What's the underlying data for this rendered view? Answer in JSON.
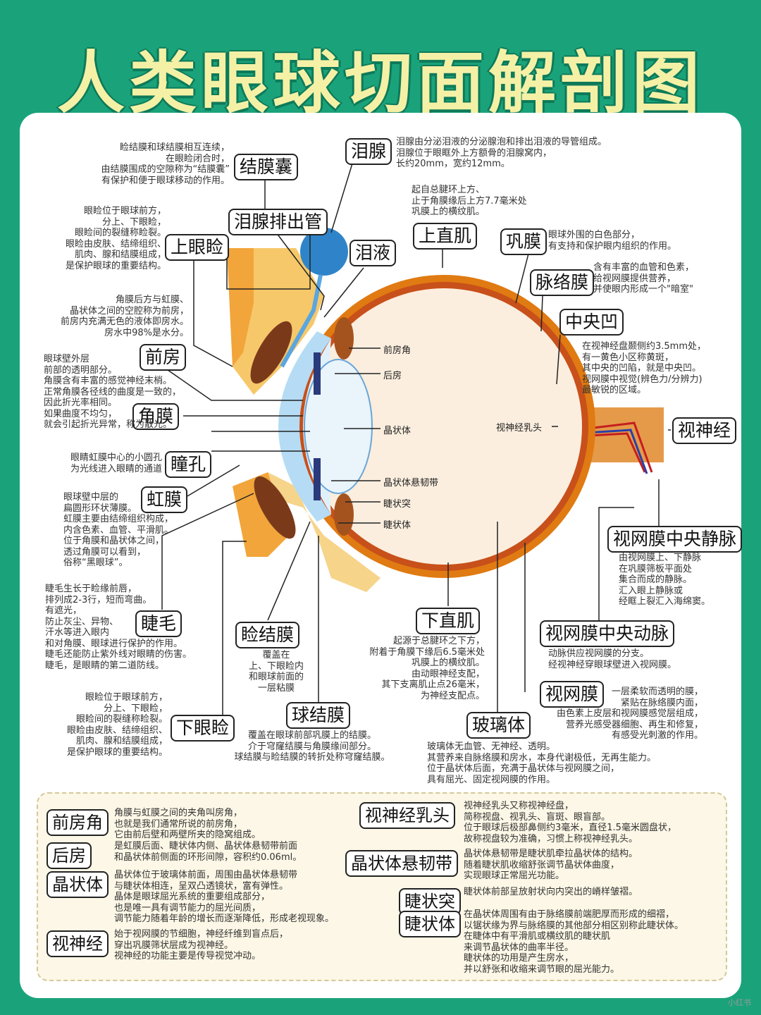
{
  "title": "人类眼球切面解剖图",
  "labels": {
    "jiemo_nang": "结膜囊",
    "leixian": "泪腺",
    "leixian_paichuguan": "泪腺排出管",
    "leiye": "泪液",
    "shang_yanjian": "上眼睑",
    "shang_zhiji": "上直肌",
    "gongmo": "巩膜",
    "luoluomo": "脉络膜",
    "zhongyang_ao": "中央凹",
    "qianfang": "前房",
    "jiaomo": "角膜",
    "tongkong": "瞳孔",
    "hongmo": "虹膜",
    "shijing": "视神经",
    "shiwangmo_jingmai": "视网膜中央静脉",
    "jiemao": "睫毛",
    "jian_jiemo": "睑结膜",
    "xia_zhiji": "下直肌",
    "shiwangmo_dongmai": "视网膜中央动脉",
    "shiwangmo": "视网膜",
    "xia_yanjian": "下眼睑",
    "qiu_jiemo": "球结膜",
    "bolitai": "玻璃体"
  },
  "annotations": {
    "qianfangjiao": "前房角",
    "houfang": "后房",
    "jingzhuangti": "晶状体",
    "xuanrendai": "晶状体悬韧带",
    "jietu": "睫状突",
    "jiezhuangti": "睫状体",
    "rutou": "视神经乳头"
  },
  "descriptions": {
    "jiemo_nang": [
      "睑结膜和球结膜相互连续，",
      "在眼睑闭合时，",
      "由结膜围成的空隙称为“结膜囊”",
      "有保护和便于眼球移动的作用。"
    ],
    "leixian": [
      "泪腺由分泌泪液的分泌腺泡和排出泪液的导管组成。",
      "泪腺位于眼眶外上方额骨的泪腺窝内，",
      "长约20mm，宽约12mm。"
    ],
    "shang_zhiji": [
      "起自总腱环上方、",
      "止于角膜缘后上方7.7毫米处",
      "巩膜上的横纹肌。"
    ],
    "shang_yanjian": [
      "眼睑位于眼球前方，",
      "分上、下眼睑，",
      "眼睑间的裂缝称睑裂。",
      "眼睑由皮肤、结缔组织、",
      "肌肉、腺和结膜组成，",
      "是保护眼球的重要结构。"
    ],
    "gongmo": [
      "眼球外围的白色部分，",
      "有支持和保护眼内组织的作用。"
    ],
    "luoluomo": [
      "含有丰富的血管和色素，",
      "给视网膜提供营养，",
      "并使眼内形成一个\"暗室\""
    ],
    "qianfang": [
      "角膜后方与虹膜、",
      "晶状体之间的空腔称为前房，",
      "前房内充满无色的液体即房水。",
      "房水中98%是水分。"
    ],
    "zhongyang_ao": [
      "在视神经盘颞侧约3.5mm处，",
      "有一黄色小区称黄斑，",
      "其中央的凹陷，就是中央凹。",
      "视网膜中视觉(辨色力/分辨力)",
      "最敏锐的区域。"
    ],
    "jiaomo": [
      "眼球壁外层",
      "前部的透明部分。",
      "角膜含有丰富的感觉神经末梢。",
      "正常角膜各径线的曲度是一致的，",
      "因此折光率相同。",
      "如果曲度不均匀，",
      "就会引起折光异常，称为散光。"
    ],
    "tongkong": [
      "眼睛虹膜中心的小圆孔",
      "为光线进入眼睛的通道"
    ],
    "hongmo": [
      "眼球壁中层的",
      "扁圆形环状薄膜。",
      "虹膜主要由结缔组织构成，",
      "内含色素、血管、平滑肌。",
      "位于角膜和晶状体之间，",
      "透过角膜可以看到，",
      "俗称“黑眼球”。"
    ],
    "shiwangmo_jingmai": [
      "由视网膜上、下静脉",
      "在巩膜筛板平面处",
      "集合而成的静脉。",
      "汇入眼上静脉或",
      "经眶上裂汇入海绵窦。"
    ],
    "jiemao": [
      "睫毛生长于睑缘前唇，",
      "排列成2-3行，短而弯曲。",
      "有遮光，",
      "防止灰尘、异物、",
      "汗水等进入眼内",
      "和对角膜、眼球进行保护的作用。",
      "睫毛还能防止紫外线对眼睛的伤害。",
      "睫毛，是眼睛的第二道防线。"
    ],
    "jian_jiemo": [
      "覆盖在",
      "上、下眼睑内",
      "和眼球前面的",
      "一层粘膜"
    ],
    "xia_zhiji": [
      "起源于总腱环之下方，",
      "附着于角膜下缘后6.5毫米处",
      "巩膜上的横纹肌。",
      "由动眼神经支配，",
      "其下支离肌止点26毫米，",
      "为神经支配点。"
    ],
    "shiwangmo_dongmai": [
      "动脉供应视网膜的分支。",
      "经视神经穿眼球壁进入视网膜。"
    ],
    "shiwangmo": [
      "一层柔软而透明的膜，",
      "紧贴在脉络膜内面，",
      "由色素上皮层和视网膜感觉层组成，",
      "营养光感受器细胞、再生和修复，",
      "有感受光刺激的作用。"
    ],
    "xia_yanjian": [
      "眼睑位于眼球前方，",
      "分上、下眼睑，",
      "眼睑间的裂缝称睑裂。",
      "眼睑由皮肤、结缔组织、",
      "肌肉、腺和结膜组成，",
      "是保护眼球的重要结构。"
    ],
    "qiu_jiemo": [
      "覆盖在眼球前部巩膜上的结膜。",
      "介于穹窿结膜与角膜缘间部分。",
      "球结膜与睑结膜的转折处称穹窿结膜。"
    ],
    "bolitai": [
      "玻璃体无血管、无神经、透明。",
      "其营养来自脉络膜和房水，本身代谢极低，无再生能力。",
      "位于晶状体后面，充满于晶状体与视网膜之间，",
      "具有屈光、固定视网膜的作用。"
    ]
  },
  "panel": {
    "left": [
      {
        "label": "前房角",
        "text": [
          "角膜与虹膜之间的夹角叫房角，",
          "也就是我们通常所说的前房角，",
          "它由前后壁和两壁所夹的隐窝组成。"
        ]
      },
      {
        "label": "后房",
        "text": [
          "是虹膜后面、睫状体内侧、晶状体悬韧带前面",
          "和晶状体前侧面的环形间隙，容积约0.06ml。"
        ]
      },
      {
        "label": "晶状体",
        "text": [
          "晶状体位于玻璃体前面，周围由晶状体悬韧带",
          "与睫状体相连，呈双凸透镜状，富有弹性。",
          "晶体是眼球屈光系统的重要组成部分，",
          "也是唯一具有调节能力的屈光间质，",
          "调节能力随着年龄的增长而逐渐降低，形成老视现象。"
        ]
      },
      {
        "label": "视神经",
        "text": [
          "始于视网膜的节细胞，神经纤维到盲点后，",
          "穿出巩膜筛状层成为视神经。",
          "视神经的功能主要是传导视觉冲动。"
        ]
      }
    ],
    "right": [
      {
        "label": "视神经乳头",
        "text": [
          "视神经乳头又称视神经盘，",
          "简称视盘、视乳头、盲斑、眼盲部。",
          "位于眼球后极部鼻侧约3毫米，直径1.5毫米圆盘状，",
          "故称视盘较为准确，习惯上称视神经乳头。"
        ]
      },
      {
        "label": "晶状体悬韧带",
        "text": [
          "晶状体悬韧带是睫状肌牵拉晶状体的结构。",
          "随着睫状肌收缩舒张调节晶状体曲度，",
          "实现眼球正常屈光功能。"
        ]
      },
      {
        "label": "睫状突",
        "text": [
          "睫状体前部呈放射状向内突出的嵴样皱褶。"
        ]
      },
      {
        "label": "睫状体",
        "text": [
          "在晶状体周围有由于脉络膜前端肥厚而形成的细褶，",
          "以锯状缘为界与脉络膜的其他部分相区别称此睫状体。",
          "在睫体中有平滑肌或横纹肌的睫状肌",
          "来调节晶状体的曲率半径。",
          "睫状体的功用是产生房水，",
          "并以舒张和收缩来调节眼的屈光能力。"
        ]
      }
    ]
  },
  "watermark": "小红书",
  "colors": {
    "background": "#1aa37a",
    "title": "#f4f1a6",
    "sclera": "#e07a12",
    "vitreous": "#fbeede",
    "cornea": "#b5dcf4",
    "lacrimal": "#2f84c9"
  }
}
